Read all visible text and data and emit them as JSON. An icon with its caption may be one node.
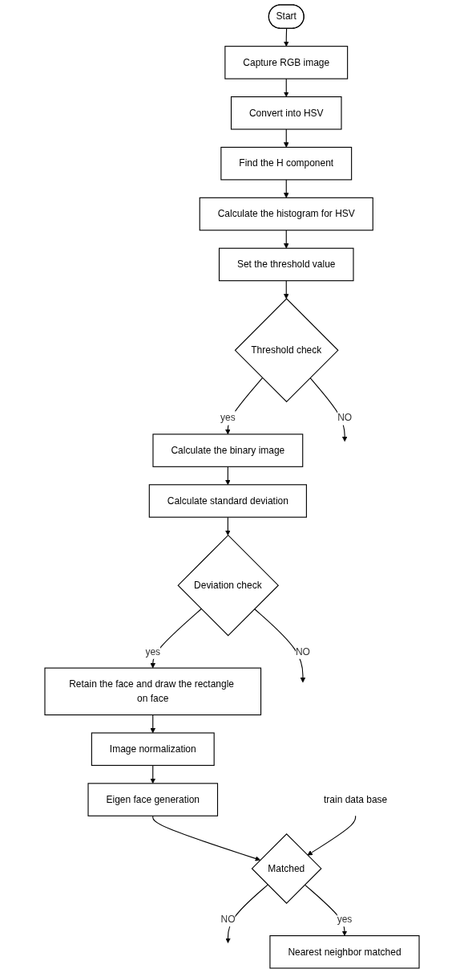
{
  "diagram": {
    "nodes": [
      {
        "text": [
          "Start"
        ]
      },
      {
        "text": [
          "Capture RGB image"
        ]
      },
      {
        "text": [
          "Convert into HSV"
        ]
      },
      {
        "text": [
          "Find the H component"
        ]
      },
      {
        "text": [
          "Calculate the histogram for HSV"
        ]
      },
      {
        "text": [
          "Set the threshold value"
        ]
      },
      {
        "text": [
          "Threshold check"
        ]
      },
      {
        "text": [
          "Calculate the binary image"
        ]
      },
      {
        "text": [
          "Calculate standard deviation"
        ]
      },
      {
        "text": [
          "Deviation check"
        ]
      },
      {
        "text": [
          "Retain the face and draw the rectangle on face"
        ]
      },
      {
        "text": [
          "Image normalization"
        ]
      },
      {
        "text": [
          "Eigen face generation"
        ]
      },
      {
        "text": [
          "train data base"
        ]
      },
      {
        "text": [
          "Matched"
        ]
      },
      {
        "text": [
          "Nearest neighbor matched"
        ]
      }
    ],
    "edges": [
      {
        "from": 0,
        "to": 1,
        "arrow": "to"
      },
      {
        "from": 1,
        "to": 2,
        "arrow": "to"
      },
      {
        "from": 2,
        "to": 3,
        "arrow": "to"
      },
      {
        "from": 3,
        "to": 4,
        "arrow": "to"
      },
      {
        "from": 4,
        "to": 5,
        "arrow": "to"
      },
      {
        "from": 5,
        "to": 6,
        "arrow": "to"
      },
      {
        "from": 6,
        "to": null,
        "arrow": "to",
        "label": "NO"
      },
      {
        "from": 6,
        "to": 7,
        "arrow": "to",
        "label": "yes"
      },
      {
        "from": 7,
        "to": 8,
        "arrow": "to"
      },
      {
        "from": 8,
        "to": 9,
        "arrow": "to"
      },
      {
        "from": 9,
        "to": null,
        "arrow": "to",
        "label": "NO"
      },
      {
        "from": 9,
        "to": 10,
        "arrow": "to",
        "label": "yes"
      },
      {
        "from": 10,
        "to": 11,
        "arrow": "to"
      },
      {
        "from": 11,
        "to": 12,
        "arrow": "to"
      },
      {
        "from": 12,
        "to": 14,
        "arrow": "to"
      },
      {
        "from": 13,
        "to": 14,
        "arrow": "to"
      },
      {
        "from": 14,
        "to": null,
        "arrow": "to",
        "label": "NO"
      },
      {
        "from": 14,
        "to": 15,
        "arrow": "to",
        "label": "yes"
      }
    ]
  }
}
